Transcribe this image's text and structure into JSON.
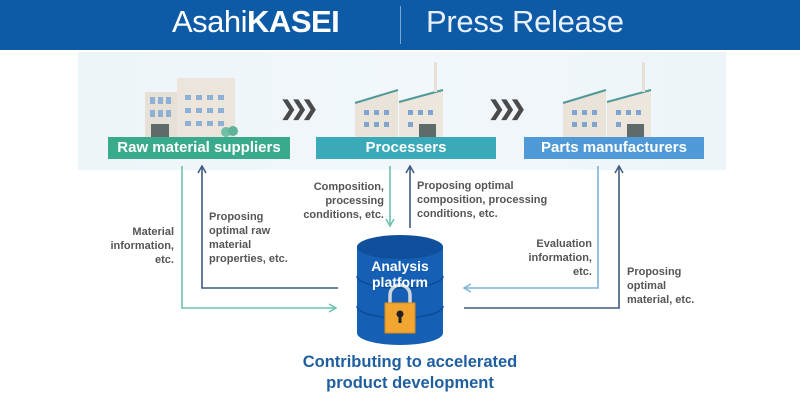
{
  "header": {
    "brand_light": "Asahi",
    "brand_bold": "KASEI",
    "title": "Press Release"
  },
  "stages": [
    {
      "label": "Raw material suppliers",
      "color": "#3aaa8d",
      "icon": "office-building-icon"
    },
    {
      "label": "Processers",
      "color": "#3aa9b8",
      "icon": "factory-icon"
    },
    {
      "label": "Parts manufacturers",
      "color": "#4f9ad6",
      "icon": "factory-icon"
    }
  ],
  "flow_chevrons": "❯❯❯",
  "platform": {
    "line1": "Analysis",
    "line2": "platform",
    "icon": "padlock-icon"
  },
  "flows": {
    "raw_to_platform": [
      "Material",
      "information,",
      "etc."
    ],
    "platform_to_raw": [
      "Proposing",
      "optimal raw",
      "material",
      "properties, etc."
    ],
    "proc_to_platform": [
      "Composition,",
      "processing",
      "conditions, etc."
    ],
    "platform_to_proc": [
      "Proposing optimal",
      "composition, processing",
      "conditions, etc."
    ],
    "parts_to_platform": [
      "Evaluation",
      "information,",
      "etc."
    ],
    "platform_to_parts": [
      "Proposing",
      "optimal",
      "material, etc."
    ]
  },
  "caption": {
    "line1": "Contributing to accelerated",
    "line2": "product development"
  },
  "colors": {
    "header_bg": "#0d5aa7",
    "inbound_arrow": "#6cc2ae",
    "outbound_arrow": "#3d5a80",
    "parts_inbound_arrow": "#7bb3da",
    "cylinder": "#1560b5",
    "lock": "#f2a531"
  }
}
